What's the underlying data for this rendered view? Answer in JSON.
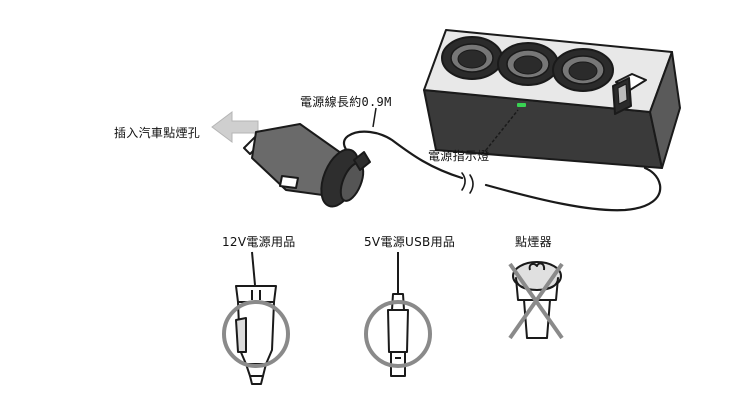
{
  "labels": {
    "insert_socket": "插入汽車點煙孔",
    "cable_length": "電源線長約0.9M",
    "power_indicator": "電源指示燈",
    "device_12v": "12V電源用品",
    "device_5v_usb": "5V電源USB用品",
    "cigarette_lighter": "點煙器"
  },
  "colors": {
    "outline": "#1a1a1a",
    "device_body": "#4a4a4a",
    "socket_dark": "#2b2b2b",
    "socket_ring": "#777777",
    "indicator_led": "#39d353",
    "arrow_fill": "#cfcfcf",
    "allowed_circle": "#8a8a8a",
    "forbidden_cross": "#8a8a8a"
  },
  "icons": [
    "car-plug-icon",
    "direction-arrow-icon",
    "triple-socket-splitter-icon",
    "usb-port-icon",
    "led-indicator-icon",
    "12v-plug-allowed-icon",
    "usb-cable-allowed-icon",
    "lighter-forbidden-icon"
  ]
}
